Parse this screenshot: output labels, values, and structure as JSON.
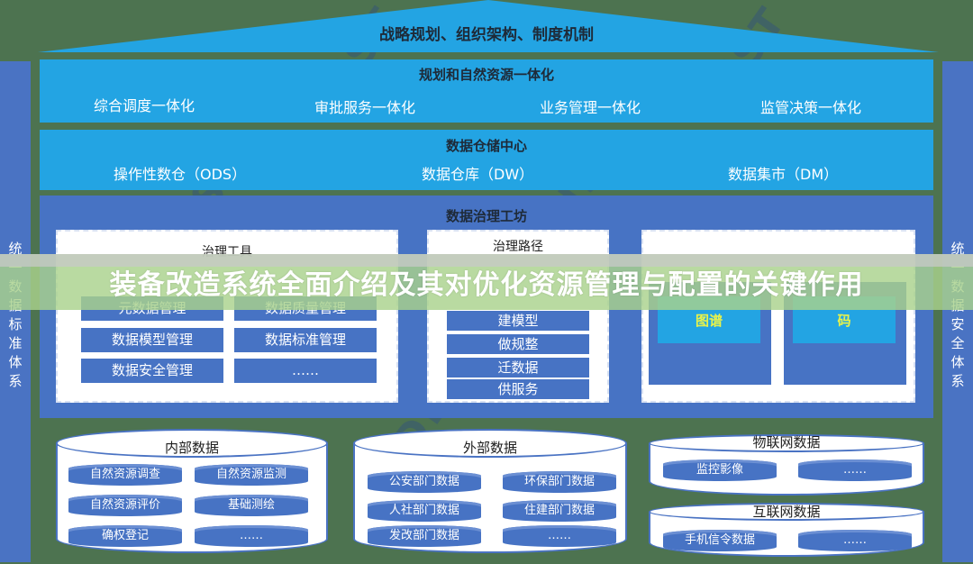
{
  "banner": {
    "title": "装备改造系统全面介绍及其对优化资源管理与配置的关键作用"
  },
  "roof": {
    "title": "战略规划、组织架构、制度机制"
  },
  "pillars": {
    "left": [
      "统",
      "一",
      "数",
      "据",
      "标",
      "准",
      "体",
      "系"
    ],
    "right": [
      "统",
      "一",
      "数",
      "据",
      "安",
      "全",
      "体",
      "系"
    ]
  },
  "layer1": {
    "title": "规划和自然资源一体化",
    "items": [
      "综合调度一体化",
      "审批服务一体化",
      "业务管理一体化",
      "监管决策一体化"
    ]
  },
  "layer2": {
    "title": "数据仓储中心",
    "items": [
      "操作性数仓（ODS）",
      "数据仓库（DW）",
      "数据集市（DM）"
    ]
  },
  "workshop": {
    "title": "数据治理工坊",
    "tools": {
      "title": "治理工具",
      "items": [
        "元数据管理",
        "数据质量管理",
        "数据模型管理",
        "数据标准管理",
        "数据安全管理",
        "……"
      ]
    },
    "path": {
      "title": "治理路径",
      "items": [
        "建模型",
        "做规整",
        "迁数据",
        "供服务"
      ]
    },
    "outputs": {
      "items": [
        "图谱",
        "码"
      ]
    }
  },
  "sources": {
    "internal": {
      "title": "内部数据",
      "items": [
        "自然资源调查",
        "自然资源监测",
        "自然资源评价",
        "基础测绘",
        "确权登记",
        "……"
      ]
    },
    "external": {
      "title": "外部数据",
      "items": [
        "公安部门数据",
        "环保部门数据",
        "人社部门数据",
        "住建部门数据",
        "发改部门数据",
        "……"
      ]
    },
    "iot": {
      "title": "物联网数据",
      "items": [
        "监控影像",
        "……"
      ]
    },
    "internet": {
      "title": "互联网数据",
      "items": [
        "手机信令数据",
        "……"
      ]
    }
  },
  "watermark": "DIST",
  "colors": {
    "background": "#4d7350",
    "light_blue": "#23a4e3",
    "mid_blue": "#4773c4",
    "pillar_blue": "#4a73c3",
    "output_text": "#e9f34a",
    "banner_green": "#aad28c"
  }
}
